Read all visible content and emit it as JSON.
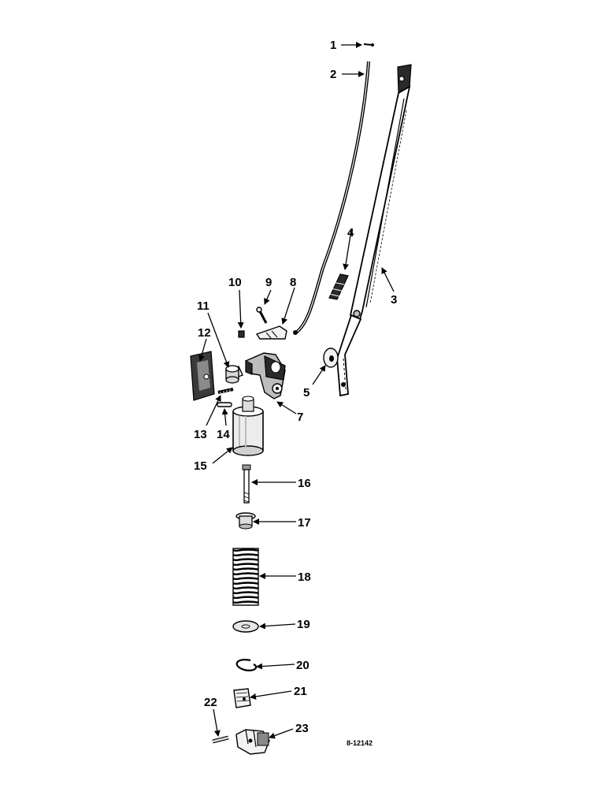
{
  "callouts": [
    {
      "number": "1"
    },
    {
      "number": "2"
    },
    {
      "number": "3"
    },
    {
      "number": "4"
    },
    {
      "number": "5"
    },
    {
      "number": "7"
    },
    {
      "number": "8"
    },
    {
      "number": "9"
    },
    {
      "number": "10"
    },
    {
      "number": "11"
    },
    {
      "number": "12"
    },
    {
      "number": "13"
    },
    {
      "number": "14"
    },
    {
      "number": "15"
    },
    {
      "number": "16"
    },
    {
      "number": "17"
    },
    {
      "number": "18"
    },
    {
      "number": "19"
    },
    {
      "number": "20"
    },
    {
      "number": "21"
    },
    {
      "number": "22"
    },
    {
      "number": "23"
    }
  ],
  "drawing_code": "8-12142"
}
